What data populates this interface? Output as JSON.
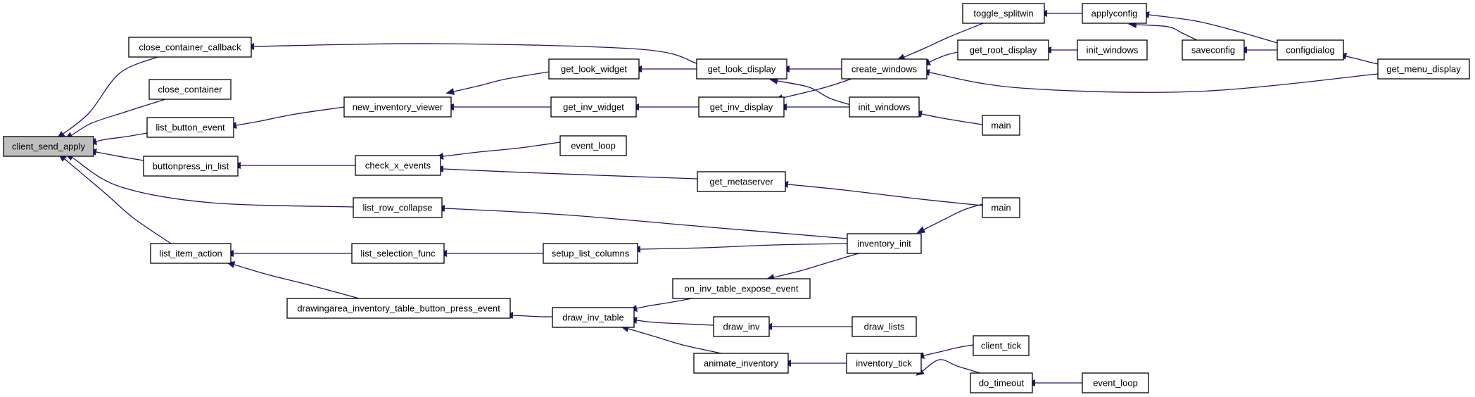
{
  "graph": {
    "title": "",
    "root": "client_send_apply",
    "colors": {
      "edge": "#191970",
      "node_border": "#000000",
      "root_fill": "#bfbfbf",
      "node_fill": "#ffffff"
    },
    "nodes": [
      {
        "id": "n_client_send_apply",
        "label": "client_send_apply",
        "root": true
      },
      {
        "id": "n_close_container_callback",
        "label": "close_container_callback"
      },
      {
        "id": "n_close_container",
        "label": "close_container"
      },
      {
        "id": "n_list_button_event",
        "label": "list_button_event"
      },
      {
        "id": "n_buttonpress_in_list",
        "label": "buttonpress_in_list"
      },
      {
        "id": "n_list_row_collapse",
        "label": "list_row_collapse"
      },
      {
        "id": "n_list_item_action",
        "label": "list_item_action"
      },
      {
        "id": "n_new_inventory_viewer",
        "label": "new_inventory_viewer"
      },
      {
        "id": "n_check_x_events",
        "label": "check_x_events"
      },
      {
        "id": "n_list_selection_func",
        "label": "list_selection_func"
      },
      {
        "id": "n_drawingarea_inventory_table_button_press_event",
        "label": "drawingarea_inventory_table_button_press_event"
      },
      {
        "id": "n_get_look_widget",
        "label": "get_look_widget"
      },
      {
        "id": "n_get_inv_widget",
        "label": "get_inv_widget"
      },
      {
        "id": "n_event_loop_1",
        "label": "event_loop"
      },
      {
        "id": "n_setup_list_columns",
        "label": "setup_list_columns"
      },
      {
        "id": "n_draw_inv_table",
        "label": "draw_inv_table"
      },
      {
        "id": "n_get_look_display",
        "label": "get_look_display"
      },
      {
        "id": "n_get_inv_display",
        "label": "get_inv_display"
      },
      {
        "id": "n_get_metaserver",
        "label": "get_metaserver"
      },
      {
        "id": "n_on_inv_table_expose_event",
        "label": "on_inv_table_expose_event"
      },
      {
        "id": "n_draw_inv",
        "label": "draw_inv"
      },
      {
        "id": "n_animate_inventory",
        "label": "animate_inventory"
      },
      {
        "id": "n_create_windows",
        "label": "create_windows"
      },
      {
        "id": "n_init_windows_1",
        "label": "init_windows"
      },
      {
        "id": "n_inventory_init",
        "label": "inventory_init"
      },
      {
        "id": "n_inventory_tick",
        "label": "inventory_tick"
      },
      {
        "id": "n_toggle_splitwin",
        "label": "toggle_splitwin"
      },
      {
        "id": "n_get_root_display",
        "label": "get_root_display"
      },
      {
        "id": "n_main_1",
        "label": "main"
      },
      {
        "id": "n_main_2",
        "label": "main"
      },
      {
        "id": "n_draw_lists",
        "label": "draw_lists"
      },
      {
        "id": "n_client_tick",
        "label": "client_tick"
      },
      {
        "id": "n_do_timeout",
        "label": "do_timeout"
      },
      {
        "id": "n_applyconfig",
        "label": "applyconfig"
      },
      {
        "id": "n_init_windows_2",
        "label": "init_windows"
      },
      {
        "id": "n_event_loop_2",
        "label": "event_loop"
      },
      {
        "id": "n_saveconfig",
        "label": "saveconfig"
      },
      {
        "id": "n_configdialog",
        "label": "configdialog"
      },
      {
        "id": "n_get_menu_display",
        "label": "get_menu_display"
      }
    ],
    "edges": [
      {
        "from": "n_close_container_callback",
        "to": "n_client_send_apply"
      },
      {
        "from": "n_close_container",
        "to": "n_client_send_apply"
      },
      {
        "from": "n_list_button_event",
        "to": "n_client_send_apply"
      },
      {
        "from": "n_buttonpress_in_list",
        "to": "n_client_send_apply"
      },
      {
        "from": "n_list_row_collapse",
        "to": "n_client_send_apply"
      },
      {
        "from": "n_list_item_action",
        "to": "n_client_send_apply"
      },
      {
        "from": "n_get_look_display",
        "to": "n_close_container_callback"
      },
      {
        "from": "n_new_inventory_viewer",
        "to": "n_list_button_event"
      },
      {
        "from": "n_check_x_events",
        "to": "n_buttonpress_in_list"
      },
      {
        "from": "n_inventory_init",
        "to": "n_list_row_collapse"
      },
      {
        "from": "n_list_selection_func",
        "to": "n_list_item_action"
      },
      {
        "from": "n_drawingarea_inventory_table_button_press_event",
        "to": "n_list_item_action"
      },
      {
        "from": "n_get_look_widget",
        "to": "n_new_inventory_viewer"
      },
      {
        "from": "n_get_inv_widget",
        "to": "n_new_inventory_viewer"
      },
      {
        "from": "n_event_loop_1",
        "to": "n_check_x_events"
      },
      {
        "from": "n_get_metaserver",
        "to": "n_check_x_events"
      },
      {
        "from": "n_setup_list_columns",
        "to": "n_list_selection_func"
      },
      {
        "from": "n_draw_inv_table",
        "to": "n_drawingarea_inventory_table_button_press_event"
      },
      {
        "from": "n_get_look_display",
        "to": "n_get_look_widget"
      },
      {
        "from": "n_get_inv_display",
        "to": "n_get_inv_widget"
      },
      {
        "from": "n_inventory_init",
        "to": "n_setup_list_columns"
      },
      {
        "from": "n_on_inv_table_expose_event",
        "to": "n_draw_inv_table"
      },
      {
        "from": "n_draw_inv",
        "to": "n_draw_inv_table"
      },
      {
        "from": "n_animate_inventory",
        "to": "n_draw_inv_table"
      },
      {
        "from": "n_create_windows",
        "to": "n_get_look_display"
      },
      {
        "from": "n_init_windows_1",
        "to": "n_get_look_display"
      },
      {
        "from": "n_create_windows",
        "to": "n_get_inv_display"
      },
      {
        "from": "n_init_windows_1",
        "to": "n_get_inv_display"
      },
      {
        "from": "n_main_2",
        "to": "n_get_metaserver"
      },
      {
        "from": "n_inventory_init",
        "to": "n_on_inv_table_expose_event"
      },
      {
        "from": "n_draw_lists",
        "to": "n_draw_inv"
      },
      {
        "from": "n_inventory_tick",
        "to": "n_animate_inventory"
      },
      {
        "from": "n_toggle_splitwin",
        "to": "n_create_windows"
      },
      {
        "from": "n_get_root_display",
        "to": "n_create_windows"
      },
      {
        "from": "n_get_menu_display",
        "to": "n_create_windows"
      },
      {
        "from": "n_main_1",
        "to": "n_init_windows_1"
      },
      {
        "from": "n_main_2",
        "to": "n_inventory_init"
      },
      {
        "from": "n_client_tick",
        "to": "n_inventory_tick"
      },
      {
        "from": "n_do_timeout",
        "to": "n_inventory_tick"
      },
      {
        "from": "n_applyconfig",
        "to": "n_toggle_splitwin"
      },
      {
        "from": "n_init_windows_2",
        "to": "n_get_root_display"
      },
      {
        "from": "n_event_loop_2",
        "to": "n_do_timeout"
      },
      {
        "from": "n_saveconfig",
        "to": "n_applyconfig"
      },
      {
        "from": "n_configdialog",
        "to": "n_applyconfig"
      },
      {
        "from": "n_configdialog",
        "to": "n_saveconfig"
      },
      {
        "from": "n_get_menu_display",
        "to": "n_configdialog"
      }
    ]
  }
}
